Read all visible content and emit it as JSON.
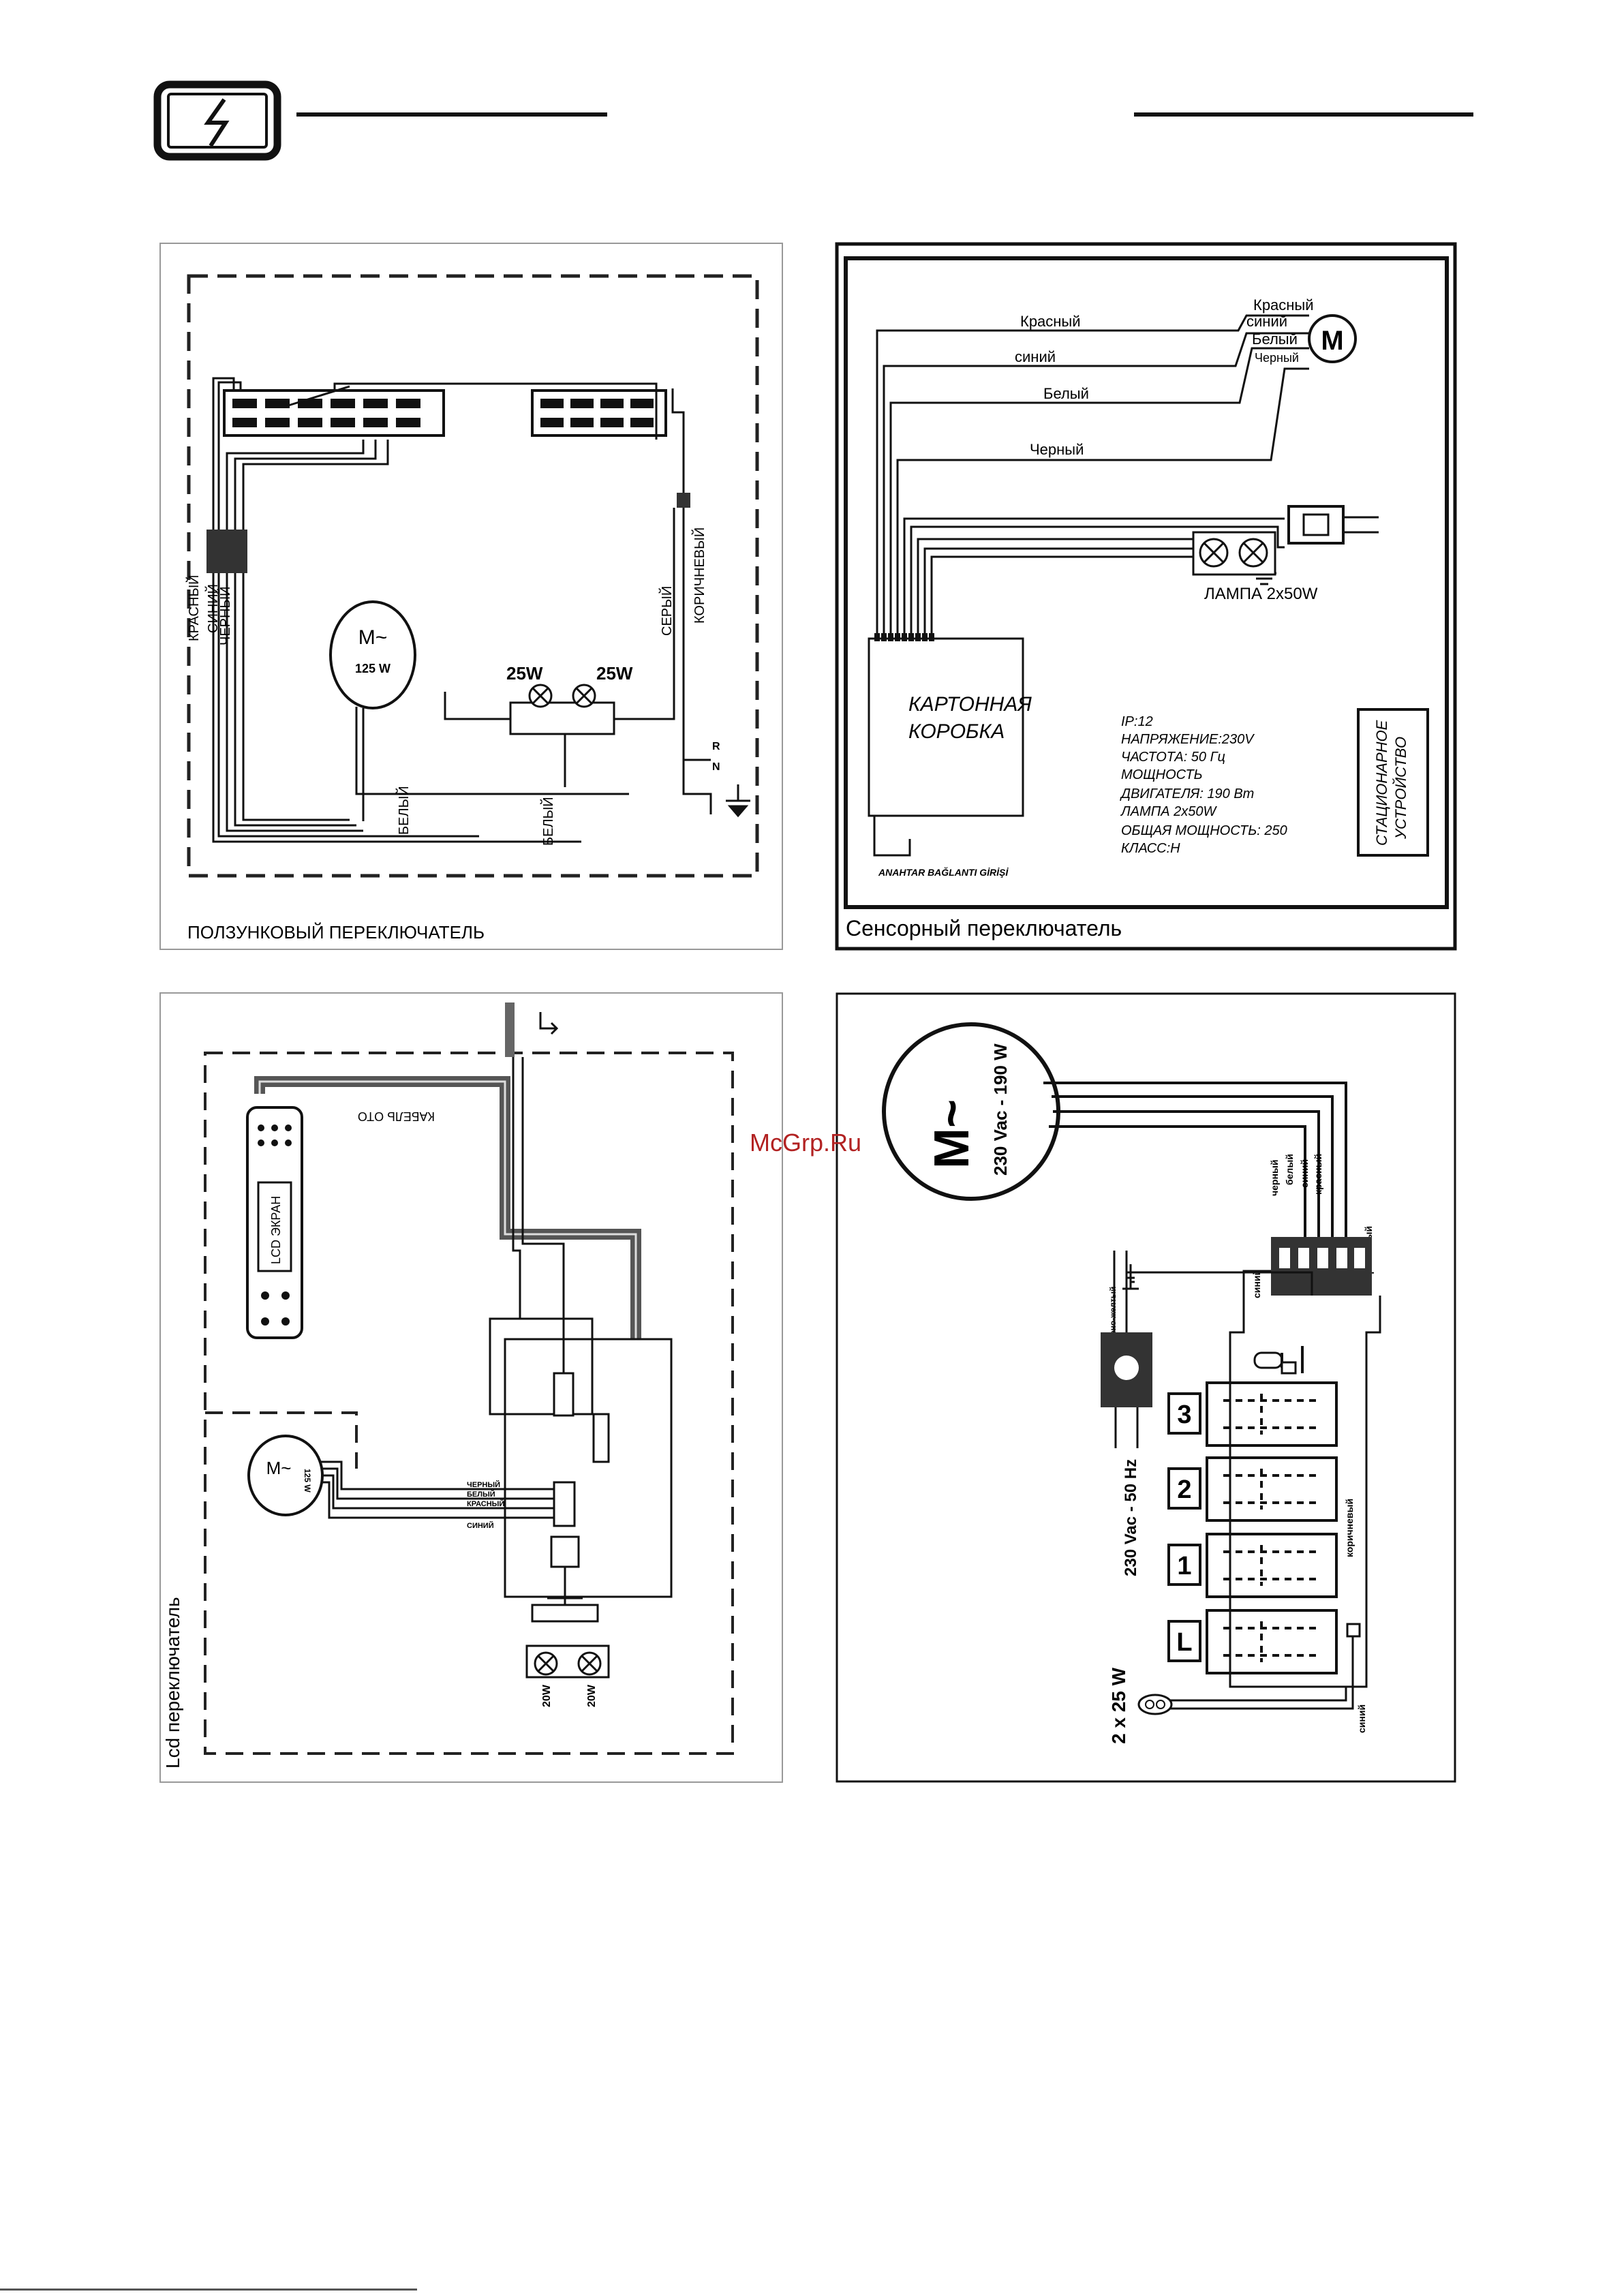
{
  "header": {
    "icon": "electric-hazard-icon"
  },
  "watermark": "McGrp.Ru",
  "diagram1": {
    "caption": "ПОЛЗУНКОВЫЙ ПЕРЕКЛЮЧАТЕЛЬ",
    "motor_label": "M~",
    "motor_power": "125 W",
    "lamp1": "25W",
    "lamp2": "25W",
    "wire_red": "КРАСНЫЙ",
    "wire_blue": "СИНИЙ",
    "wire_black": "ЧЕРНЫЙ",
    "wire_white1": "БЕЛЫЙ",
    "wire_white2": "БЕЛЫЙ",
    "wire_grey": "СЕРЫЙ",
    "wire_brown": "КОРИЧНЕВЫЙ",
    "terminal_r": "R",
    "terminal_n": "N"
  },
  "diagram2": {
    "caption": "Сенсорный переключатель",
    "motor_label": "M",
    "motor_wire_red": "Красный",
    "motor_wire_blue": "синий",
    "motor_wire_white": "Белый",
    "motor_wire_black": "Черный",
    "wire_red": "Красный",
    "wire_blue": "синий",
    "wire_white": "Белый",
    "wire_black": "Черный",
    "lamp_label": "ЛАМПА 2х50W",
    "box_line1": "КАРТОННАЯ",
    "box_line2": "КОРОБКА",
    "spec_ip": "IP:12",
    "spec_voltage": "НАПРЯЖЕНИЕ:230V",
    "spec_freq": "ЧАСТОТА: 50 Гц",
    "spec_power": "МОЩНОСТЬ",
    "spec_motor": "ДВИГАТЕЛЯ: 190 Вт",
    "spec_lamp": "ЛАМПА 2х50W",
    "spec_total": "ОБЩАЯ МОЩНОСТЬ: 250",
    "spec_class": "КЛАСС:Н",
    "stationary_line1": "СТАЦИОНАРНОЕ",
    "stationary_line2": "УСТРОЙСТВО",
    "switch_tag": "ANAHTAR BAĞLANTI GİRİŞİ"
  },
  "diagram3": {
    "caption": "Lcd переключатель",
    "cable_label": "КАБЕЛЬ ОТО",
    "lcd_label": "LCD ЭКРАН",
    "motor_label": "M~",
    "motor_power": "125 W",
    "wire1": "ЧЕРНЫЙ",
    "wire2": "БЕЛЫЙ",
    "wire3": "КРАСНЫЙ",
    "wire4": "СИНИЙ",
    "lamp1": "20W",
    "lamp2": "20W"
  },
  "diagram4": {
    "motor_label": "M~",
    "motor_rating": "230 Vac - 190 W",
    "supply_label": "230 Vac - 50 Hz",
    "lamp_label": "2 x 25 W",
    "wire_black": "черный",
    "wire_white": "белый",
    "wire_blue": "синий",
    "wire_red": "красный",
    "wire_brown": "коричневый",
    "wire_blue2": "синий",
    "wire_brown2": "коричневый",
    "wire_blue3": "синий",
    "wire_yellow": "зелено-желтый",
    "button_3": "3",
    "button_2": "2",
    "button_1": "1",
    "button_l": "L"
  }
}
